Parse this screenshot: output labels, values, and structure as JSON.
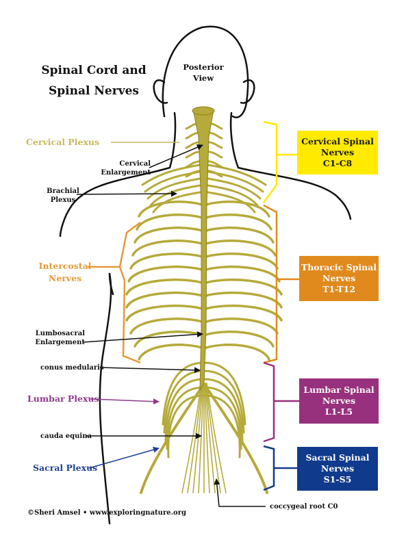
{
  "title": {
    "line1": "Spinal Cord and",
    "line2": "Spinal Nerves"
  },
  "view": {
    "line1": "Posterior",
    "line2": "View"
  },
  "left_labels": {
    "cervical_plexus": "Cervical Plexus",
    "cervical_enlargement": {
      "line1": "Cervical",
      "line2": "Enlargement"
    },
    "brachial_plexus": {
      "line1": "Brachial",
      "line2": "Plexus"
    },
    "intercostal_nerves": {
      "line1": "Intercostal",
      "line2": "Nerves"
    },
    "lumbosacral_enlargement": {
      "line1": "Lumbosacral",
      "line2": "Enlargement"
    },
    "conus_medularis": "conus medularis",
    "lumbar_plexus": "Lumbar Plexus",
    "cauda_equina": "cauda equina",
    "sacral_plexus": "Sacral Plexus",
    "coccygeal_root": "coccygeal root C0"
  },
  "boxes": {
    "cervical": {
      "line1": "Cervical Spinal",
      "line2": "Nerves",
      "line3": "C1-C8",
      "bg": "#ffea00",
      "fg": "#1a1a1a"
    },
    "thoracic": {
      "line1": "Thoracic Spinal",
      "line2": "Nerves",
      "line3": "T1-T12",
      "bg": "#e08a1e",
      "fg": "#ffffff"
    },
    "lumbar": {
      "line1": "Lumbar Spinal",
      "line2": "Nerves",
      "line3": "L1-L5",
      "bg": "#97307d",
      "fg": "#ffffff"
    },
    "sacral": {
      "line1": "Sacral Spinal",
      "line2": "Nerves",
      "line3": "S1-S5",
      "bg": "#103a8c",
      "fg": "#ffffff"
    }
  },
  "colors": {
    "cervical_label": "#c8b85a",
    "intercostal_label": "#e39a38",
    "lumbar_label": "#8e3a8a",
    "sacral_label": "#1f3f93",
    "nerve": "#b5aa3a",
    "nerve_dark": "#8a7f1f",
    "outline": "#111111"
  },
  "footer": "©Sheri Amsel • www.exploringnature.org"
}
